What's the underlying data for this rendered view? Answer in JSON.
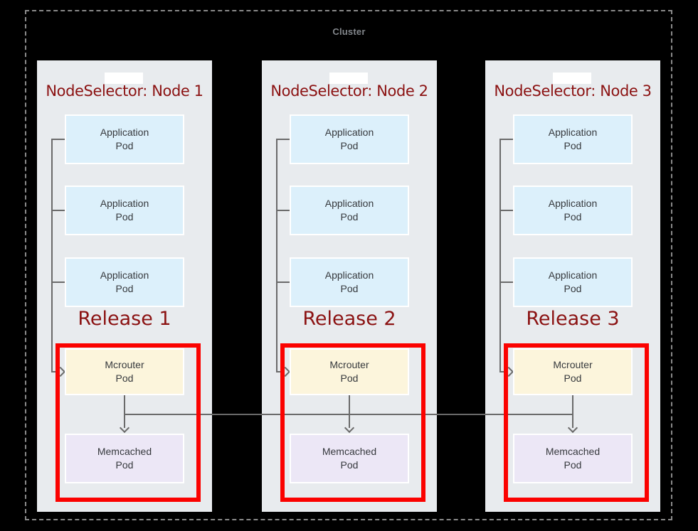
{
  "cluster": {
    "label": "Cluster"
  },
  "labels": {
    "app_pod": [
      "Application",
      "Pod"
    ],
    "mcrouter_pod": [
      "Mcrouter",
      "Pod"
    ],
    "memcached_pod": [
      "Memcached",
      "Pod"
    ]
  },
  "nodes": [
    {
      "title": "NodeSelector: Node 1",
      "release": "Release 1"
    },
    {
      "title": "NodeSelector: Node 2",
      "release": "Release 2"
    },
    {
      "title": "NodeSelector: Node 3",
      "release": "Release 3"
    }
  ],
  "colors": {
    "background": "#000000",
    "node_column_bg": "#e8ebee",
    "app_pod_bg": "#dcf0fb",
    "mcrouter_pod_bg": "#fcf5dc",
    "memcached_pod_bg": "#ece7f6",
    "release_highlight": "#fb0200",
    "heading_text": "#8b1212",
    "pod_text": "#36393d",
    "connector_line": "#6a6a6a",
    "cluster_border": "#8a8a8a",
    "cluster_label_text": "#82868b"
  }
}
